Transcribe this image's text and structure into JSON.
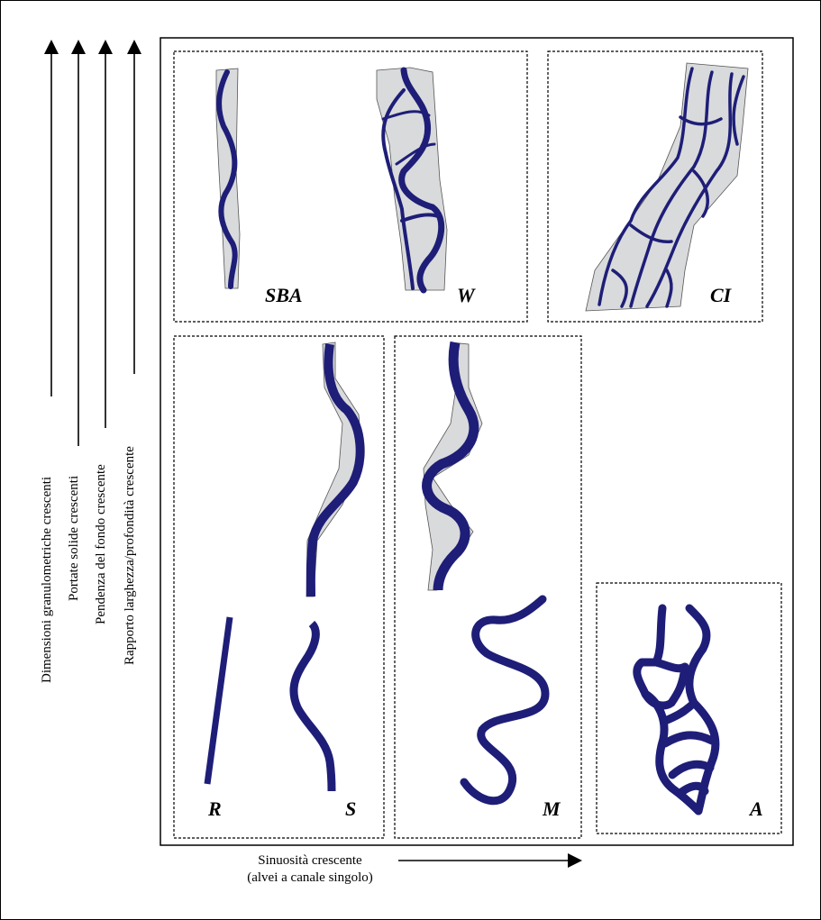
{
  "axes": {
    "vertical_labels": [
      "Dimensioni granulometriche crescenti",
      "Portate solide crescenti",
      "Pendenza del fondo crescente",
      "Rapporto larghezza/profondità crescente"
    ],
    "horizontal_label_line1": "Sinuosità crescente",
    "horizontal_label_line2": "(alvei a canale singolo)"
  },
  "panels": {
    "sba": "SBA",
    "w": "W",
    "ci": "CI",
    "r": "R",
    "s": "S",
    "m": "M",
    "a": "A"
  },
  "colors": {
    "channel": "#1e1e78",
    "bar": "#d9dadb",
    "frame": "#000000"
  }
}
